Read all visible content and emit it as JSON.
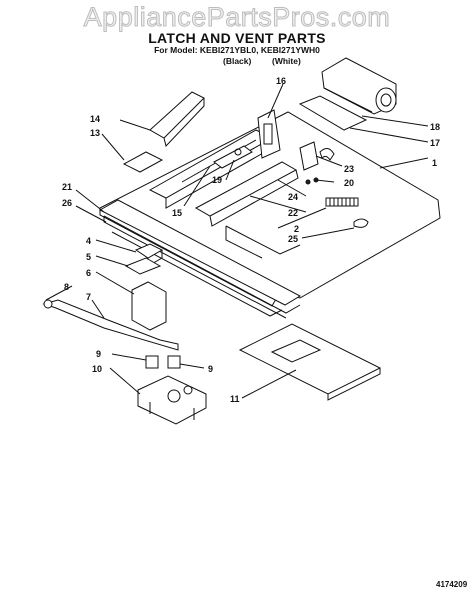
{
  "watermark": "AppliancePartsPros.com",
  "title": "LATCH AND VENT PARTS",
  "model_line": "For Model: KEBI271YBL0, KEBI271YWH0",
  "colors": {
    "black": "(Black)",
    "white": "(White)"
  },
  "part_number": "4174209",
  "callouts": [
    "1",
    "2",
    "4",
    "5",
    "6",
    "7",
    "8",
    "9",
    "9",
    "10",
    "11",
    "13",
    "14",
    "15",
    "16",
    "17",
    "18",
    "19",
    "20",
    "21",
    "22",
    "23",
    "24",
    "25",
    "26"
  ]
}
